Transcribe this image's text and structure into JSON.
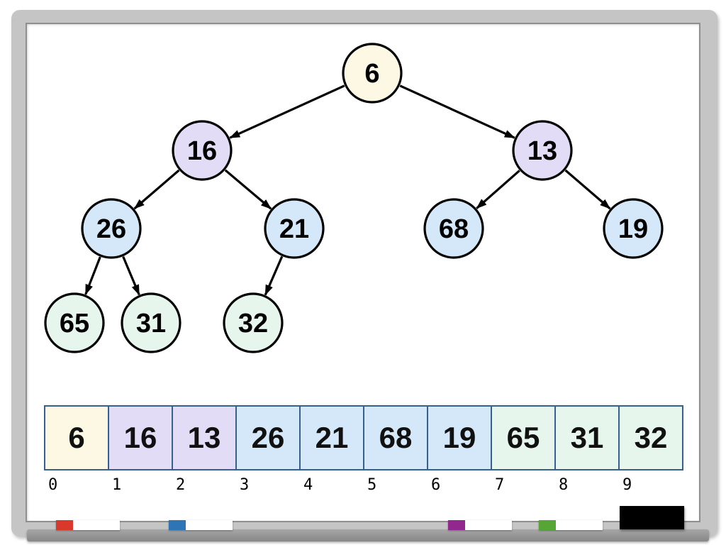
{
  "palette": {
    "cream": "#FCF8E3",
    "lavender": "#E3DCF6",
    "blue": "#D5E8F9",
    "green": "#E7F6EC",
    "node_border": "#000000",
    "array_border": "#35608F",
    "frame_gray": "#C5C5C5",
    "tray_gray": "#8F8F8F"
  },
  "tree": {
    "nodes": [
      {
        "value": "6",
        "color": "cream"
      },
      {
        "value": "16",
        "color": "lavender"
      },
      {
        "value": "13",
        "color": "lavender"
      },
      {
        "value": "26",
        "color": "blue"
      },
      {
        "value": "21",
        "color": "blue"
      },
      {
        "value": "68",
        "color": "blue"
      },
      {
        "value": "19",
        "color": "blue"
      },
      {
        "value": "65",
        "color": "green"
      },
      {
        "value": "31",
        "color": "green"
      },
      {
        "value": "32",
        "color": "green"
      }
    ],
    "edges": [
      [
        0,
        1
      ],
      [
        0,
        2
      ],
      [
        1,
        3
      ],
      [
        1,
        4
      ],
      [
        2,
        5
      ],
      [
        2,
        6
      ],
      [
        3,
        7
      ],
      [
        3,
        8
      ],
      [
        4,
        9
      ]
    ]
  },
  "array": {
    "cells": [
      {
        "value": "6",
        "color": "cream"
      },
      {
        "value": "16",
        "color": "lavender"
      },
      {
        "value": "13",
        "color": "lavender"
      },
      {
        "value": "26",
        "color": "blue"
      },
      {
        "value": "21",
        "color": "blue"
      },
      {
        "value": "68",
        "color": "blue"
      },
      {
        "value": "19",
        "color": "blue"
      },
      {
        "value": "65",
        "color": "green"
      },
      {
        "value": "31",
        "color": "green"
      },
      {
        "value": "32",
        "color": "green"
      }
    ],
    "indices": [
      "0",
      "1",
      "2",
      "3",
      "4",
      "5",
      "6",
      "7",
      "8",
      "9"
    ]
  },
  "tray": {
    "markers": [
      {
        "name": "red-marker",
        "color": "#D9392B"
      },
      {
        "name": "blue-marker",
        "color": "#2E75B5"
      },
      {
        "name": "purple-marker",
        "color": "#92278F"
      },
      {
        "name": "green-marker",
        "color": "#56A635"
      }
    ],
    "eraser_color": "#000000"
  }
}
